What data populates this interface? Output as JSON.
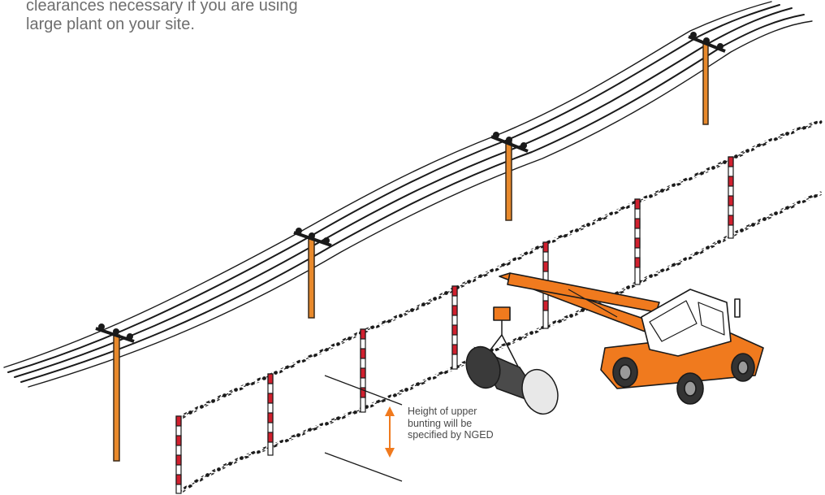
{
  "intro": {
    "line1": "clearances necessary if you are using",
    "line2": "large plant on your site."
  },
  "callout": {
    "line1": "Height of upper",
    "line2": "bunting will be",
    "line3": "specified by NGED"
  },
  "colors": {
    "pole": "#e8892b",
    "pole_outline": "#3a2a1a",
    "post_red": "#d0202e",
    "crane_orange": "#f07a1e",
    "arrow_orange": "#f07a1e",
    "text_grey": "#6e6e6e",
    "ink": "#1a1a1a"
  },
  "icons": [
    "overhead-line-pole",
    "safety-bunting",
    "barrier-post",
    "mobile-crane",
    "pipe-load",
    "height-arrow"
  ]
}
